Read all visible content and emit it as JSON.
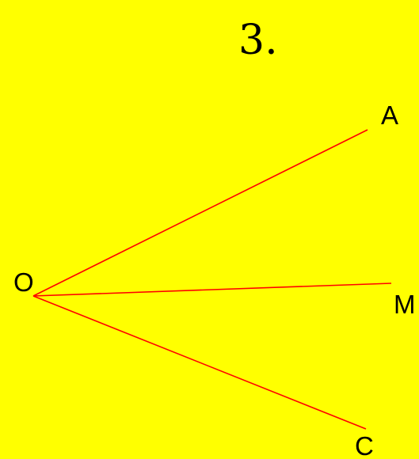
{
  "heading": "3.",
  "colors": {
    "background": "#FFFF00",
    "ray": "#FF0000",
    "text": "#000000"
  },
  "points": {
    "O": {
      "label": "O"
    },
    "A": {
      "label": "A"
    },
    "M": {
      "label": "M"
    },
    "C": {
      "label": "C"
    }
  }
}
